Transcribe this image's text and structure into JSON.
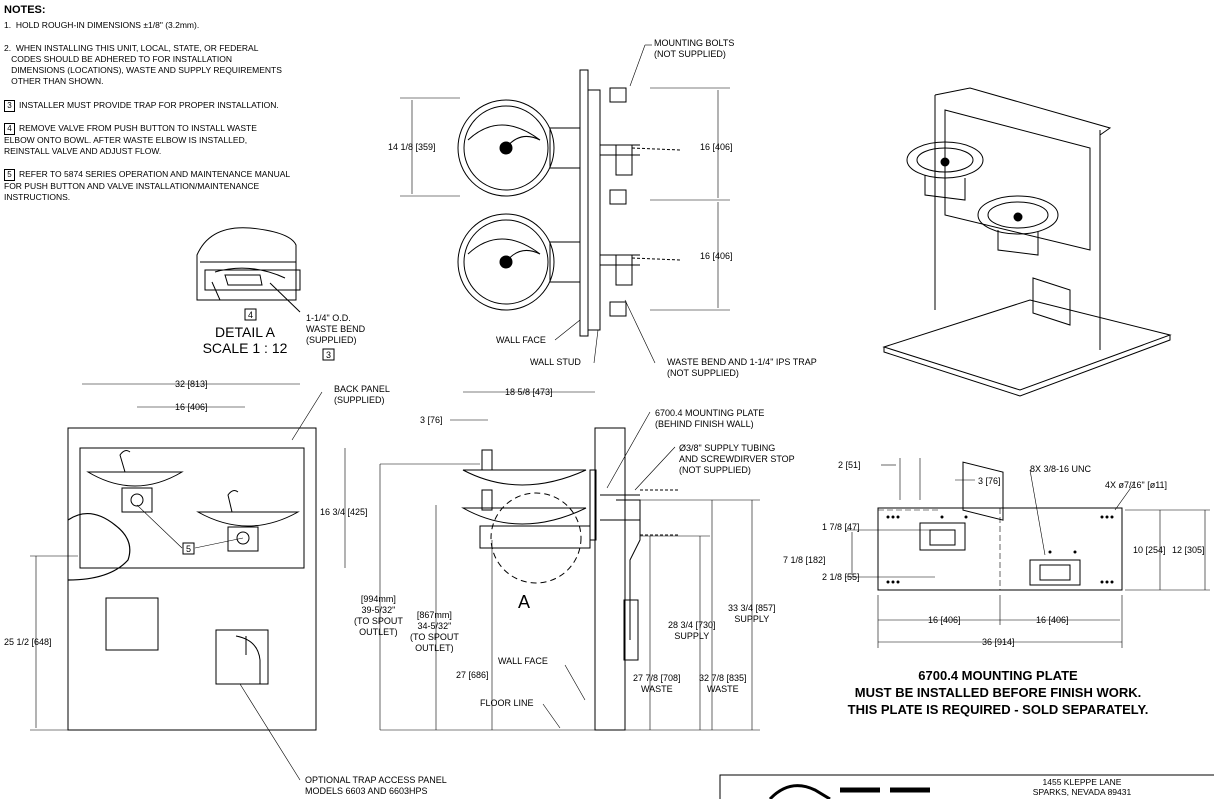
{
  "notes": {
    "title": "NOTES:",
    "items": [
      {
        "num": "1.",
        "text": "HOLD ROUGH-IN DIMENSIONS ±1/8\" (3.2mm)."
      },
      {
        "num": "2.",
        "text": "WHEN INSTALLING THIS UNIT, LOCAL, STATE, OR FEDERAL\n   CODES SHOULD BE ADHERED TO FOR INSTALLATION\n   DIMENSIONS (LOCATIONS), WASTE AND SUPPLY REQUIREMENTS\n   OTHER THAN SHOWN."
      },
      {
        "num": "3",
        "text": "INSTALLER MUST PROVIDE TRAP FOR PROPER INSTALLATION."
      },
      {
        "num": "4",
        "text": "REMOVE VALVE FROM PUSH BUTTON TO INSTALL WASTE\nELBOW ONTO BOWL. AFTER WASTE ELBOW IS INSTALLED,\nREINSTALL VALVE AND ADJUST FLOW."
      },
      {
        "num": "5",
        "text": "REFER TO 5874 SERIES OPERATION AND MAINTENANCE MANUAL\nFOR PUSH BUTTON AND VALVE INSTALLATION/MAINTENANCE\nINSTRUCTIONS."
      }
    ]
  },
  "detail": {
    "title_line1": "DETAIL A",
    "title_line2": "SCALE 1 : 12",
    "callout": "4",
    "waste_bend": "1-1/4\" O.D.\nWASTE BEND\n(SUPPLIED)",
    "waste_callout": "3"
  },
  "top_view": {
    "mounting_bolts": "MOUNTING BOLTS\n(NOT SUPPLIED)",
    "dim_left": "14 1/8 [359]",
    "dim_right_upper": "16 [406]",
    "dim_right_lower": "16 [406]",
    "wall_face": "WALL FACE",
    "wall_stud": "WALL STUD",
    "waste_trap": "WASTE BEND AND 1-1/4\" IPS TRAP\n(NOT SUPPLIED)"
  },
  "front_view": {
    "width": "32 [813]",
    "spacing": "16 [406]",
    "back_panel": "BACK PANEL\n(SUPPLIED)",
    "panel_height": "16 3/4 [425]",
    "height_left": "25 1/2 [648]",
    "callout": "5",
    "trap_access": "OPTIONAL TRAP ACCESS PANEL\nMODELS 6603 AND 6603HPS"
  },
  "side_view": {
    "depth": "18 5/8 [473]",
    "offset": "3 [76]",
    "mounting_plate": "6700.4 MOUNTING PLATE\n(BEHIND FINISH WALL)",
    "supply_tubing": "Ø3/8\" SUPPLY TUBING\nAND SCREWDIRVER STOP\n(NOT SUPPLIED)",
    "spout_high": "[994mm]\n39-5/32\"\n(TO SPOUT\nOUTLET)",
    "spout_low": "[867mm]\n34-5/32\"\n(TO SPOUT\nOUTLET)",
    "dim_27": "27 [686]",
    "detail_marker": "A",
    "wall_face": "WALL FACE",
    "floor_line": "FLOOR LINE",
    "supply_low": "28 3/4 [730]\nSUPPLY",
    "supply_high": "33 3/4 [857]\nSUPPLY",
    "waste_low": "27 7/8 [708]\nWASTE",
    "waste_high": "32 7/8 [835]\nWASTE"
  },
  "plate": {
    "dim_2": "2 [51]",
    "dim_3": "3 [76]",
    "bolts": "8X 3/8-16 UNC",
    "holes": "4X ø7/16\" [ø11]",
    "dim_1_7_8": "1 7/8 [47]",
    "dim_7_1_8": "7 1/8 [182]",
    "dim_2_1_8": "2 1/8 [55]",
    "dim_10": "10 [254]",
    "dim_12": "12 [305]",
    "dim_16a": "16 [406]",
    "dim_16b": "16 [406]",
    "dim_36": "36 [914]",
    "title_line1": "6700.4 MOUNTING PLATE",
    "title_line2": "MUST BE INSTALLED BEFORE FINISH WORK.",
    "title_line3": "THIS PLATE IS REQUIRED - SOLD SEPARATELY."
  },
  "title_block": {
    "address_line1": "1455 KLEPPE LANE",
    "address_line2": "SPARKS, NEVADA 89431"
  }
}
